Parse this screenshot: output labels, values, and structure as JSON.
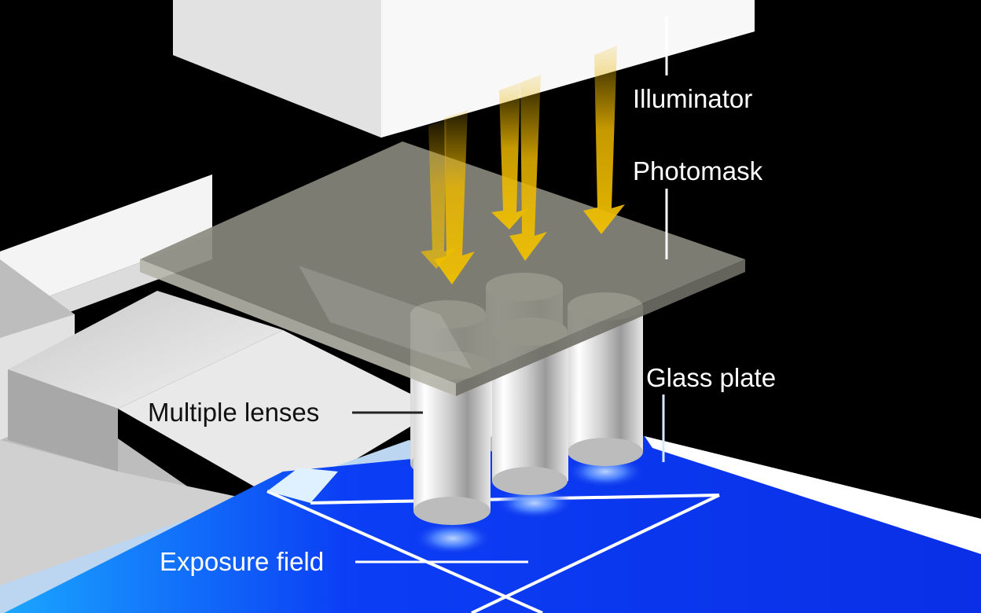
{
  "labels": {
    "illuminator": "Illuminator",
    "photomask": "Photomask",
    "glass_plate": "Glass plate",
    "multiple_lenses": "Multiple lenses",
    "exposure_field": "Exposure field"
  },
  "colors": {
    "background": "#000000",
    "illuminator": "#ececec",
    "light_arrow": "#e9b500",
    "photomask": "#8a8a80",
    "exposure_blue": "#0a33f0",
    "glow": "#5a8cff",
    "label_dark": "#111111",
    "label_light": "#ffffff"
  }
}
